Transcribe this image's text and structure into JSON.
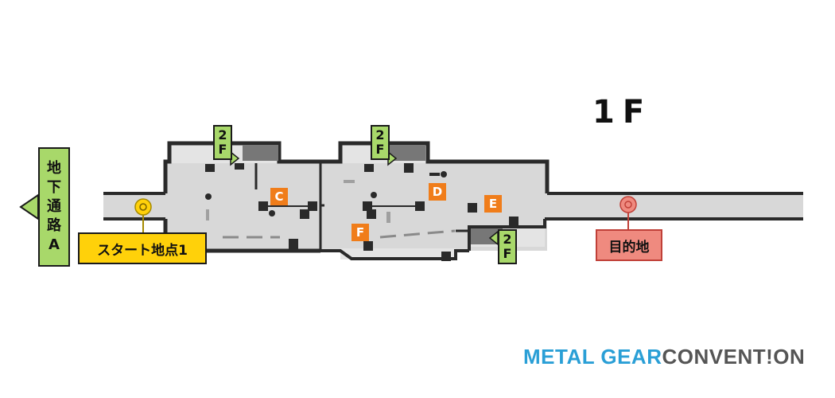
{
  "floor": {
    "label": "1F"
  },
  "markers": {
    "start": {
      "label": "スタート地点1"
    },
    "goal": {
      "label": "目的地"
    },
    "underground": {
      "chars": [
        "地",
        "下",
        "通",
        "路",
        "A"
      ]
    }
  },
  "rooms": [
    {
      "id": "C"
    },
    {
      "id": "D"
    },
    {
      "id": "E"
    },
    {
      "id": "F"
    }
  ],
  "stairs": [
    {
      "label_top": "2",
      "label_bottom": "F",
      "direction": "right"
    },
    {
      "label_top": "2",
      "label_bottom": "F",
      "direction": "right"
    },
    {
      "label_top": "2",
      "label_bottom": "F",
      "direction": "left"
    }
  ],
  "colors": {
    "floor": "#d8d8d8",
    "wall": "#2a2a2a",
    "start": "#ffd10a",
    "goal": "#ef8a7f",
    "room_marker": "#f07d1a",
    "stair_tag": "#a8d86a"
  },
  "brand": {
    "part1": "METAL GEAR",
    "part2": "CONVENT!ON"
  }
}
